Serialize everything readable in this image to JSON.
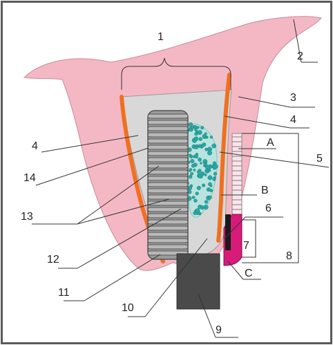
{
  "labels": {
    "l1": "1",
    "l2": "2",
    "l3": "3",
    "l4_right": "4",
    "l4_left": "4",
    "l5": "5",
    "l6": "6",
    "l7": "7",
    "l8": "8",
    "l9": "9",
    "l10": "10",
    "l11": "11",
    "l12": "12",
    "l13": "13",
    "l14": "14",
    "lA": "A",
    "lB": "B",
    "lC": "C"
  },
  "colors": {
    "frame": "#5a5a5a",
    "bone": "#f4b8c4",
    "bone_outline": "#c98a99",
    "socket": "#d8d8d8",
    "membrane": "#f07020",
    "graft_bg": "#b9e3df",
    "graft_dots": "#2aa7a3",
    "implant": "#9a9a9a",
    "abutment": "#4a4a4a",
    "crown_magenta": "#d81b7a",
    "label_text": "#222222"
  }
}
